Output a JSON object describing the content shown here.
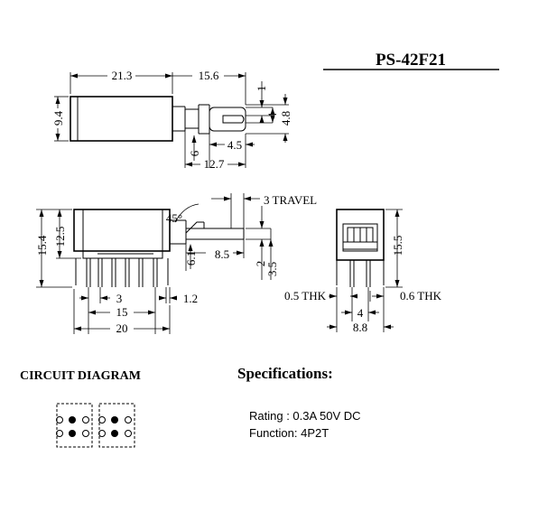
{
  "title": "PS-42F21",
  "dimensions": {
    "top_view": [
      "21.3",
      "15.6",
      "9.4",
      "1",
      "4",
      "4.8",
      "6",
      "4.5",
      "12.7"
    ],
    "side_view": [
      "3 TRAVEL",
      "45°",
      "15.4",
      "12.5",
      "6.1",
      "8.5",
      "2",
      "3.5",
      "3",
      "1.2",
      "15",
      "20"
    ],
    "end_view": [
      "15.5",
      "0.5 THK",
      "0.6 THK",
      "4",
      "8.8"
    ]
  },
  "circuit": {
    "heading": "CIRCUIT DIAGRAM"
  },
  "specs": {
    "heading": "Specifications:",
    "rating": "Rating : 0.3A 50V DC",
    "function": "Function: 4P2T"
  }
}
